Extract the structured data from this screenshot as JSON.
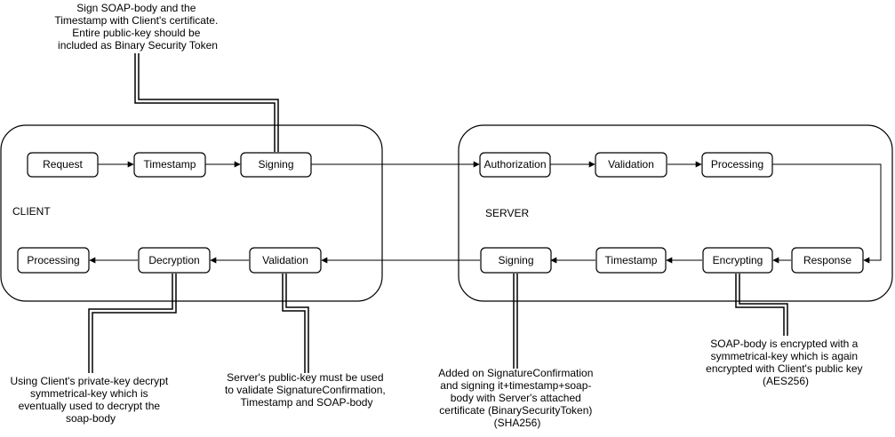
{
  "groups": {
    "client": "CLIENT",
    "server": "SERVER"
  },
  "nodes": {
    "c_request": "Request",
    "c_timestamp": "Timestamp",
    "c_signing": "Signing",
    "c_processing": "Processing",
    "c_decryption": "Decryption",
    "c_validation": "Validation",
    "s_authorization": "Authorization",
    "s_validation": "Validation",
    "s_processing": "Processing",
    "s_signing": "Signing",
    "s_timestamp": "Timestamp",
    "s_encrypting": "Encrypting",
    "s_response": "Response"
  },
  "notes": {
    "top_sign": [
      "Sign SOAP-body and the",
      "Timestamp with Client's certificate.",
      "Entire public-key should be",
      "included as Binary Security Token"
    ],
    "decrypt": [
      "Using Client's private-key decrypt",
      "symmetrical-key which is",
      "eventually used to decrypt the",
      "soap-body"
    ],
    "validate": [
      "Server's public-key must be used",
      "to validate SignatureConfirmation,",
      "Timestamp and SOAP-body"
    ],
    "server_sign": [
      "Added on SignatureConfirmation",
      "and signing it+timestamp+soap-",
      "body with Server's attached",
      "certificate (BinarySecurityToken)",
      "(SHA256)"
    ],
    "encrypt": [
      "SOAP-body is encrypted with a",
      "symmetrical-key which is again",
      "encrypted with Client's public key",
      "(AES256)"
    ]
  }
}
